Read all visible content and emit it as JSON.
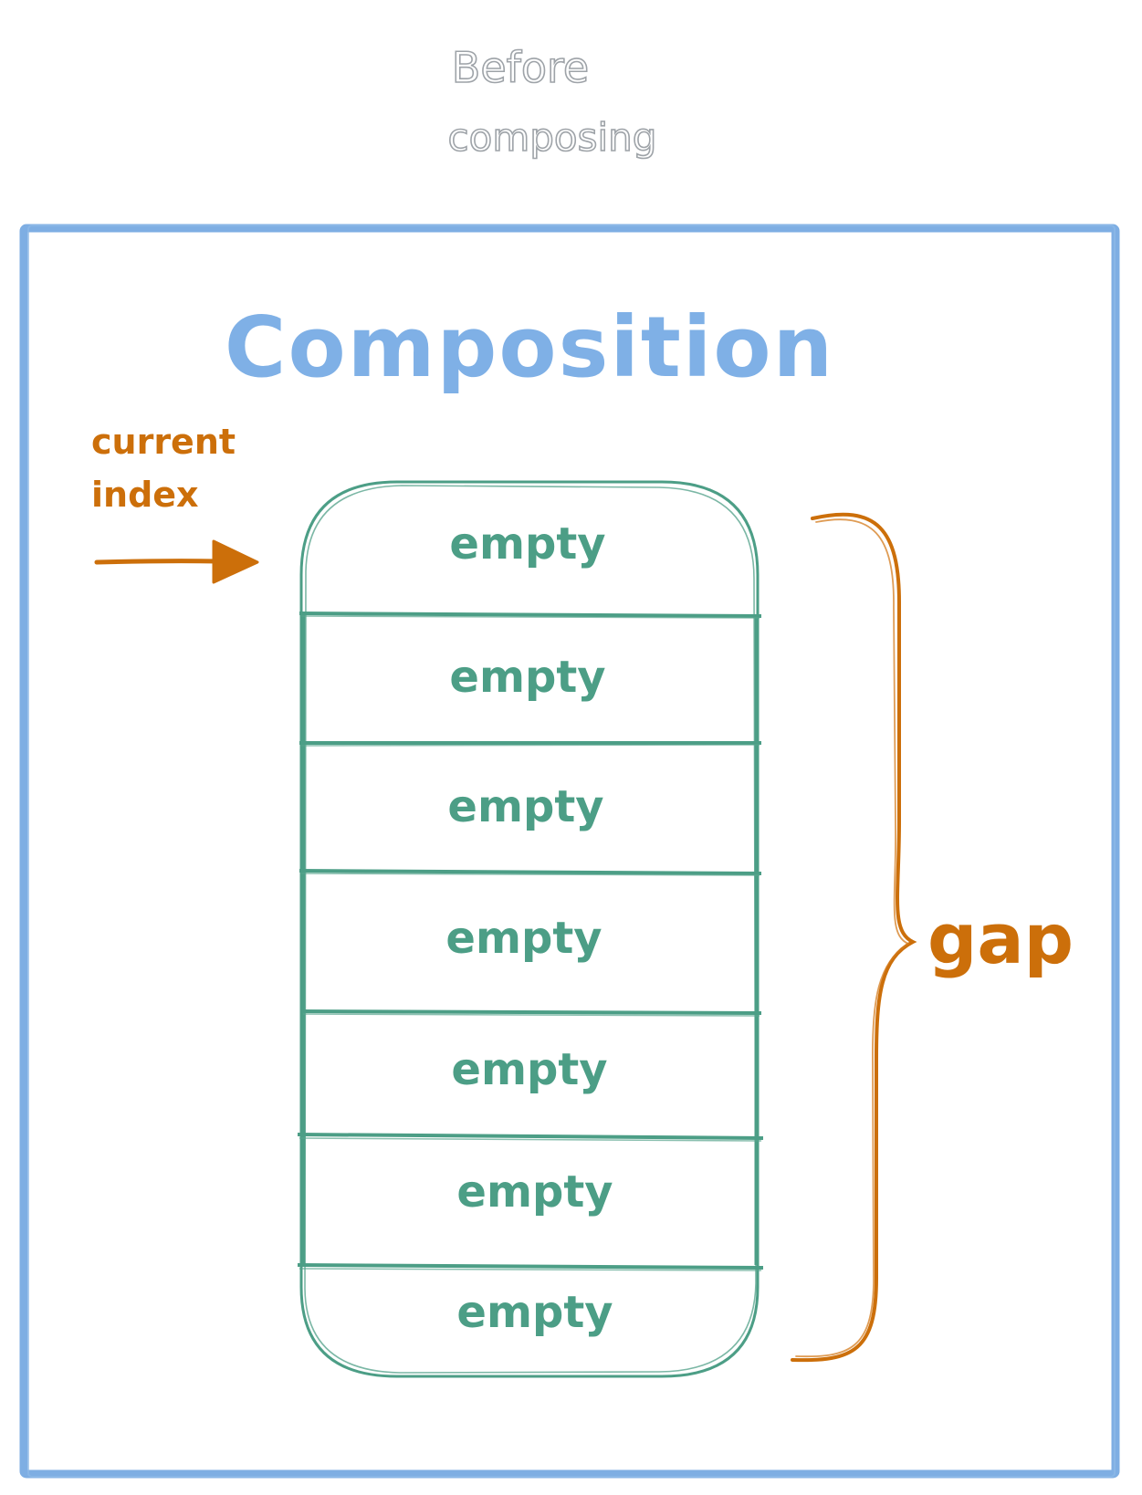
{
  "header": {
    "caption": "Before composing"
  },
  "composition": {
    "title": "Composition"
  },
  "pointer": {
    "label_line1": "current",
    "label_line2": "index"
  },
  "slots": [
    "empty",
    "empty",
    "empty",
    "empty",
    "empty",
    "empty",
    "empty"
  ],
  "brace": {
    "label": "gap"
  },
  "colors": {
    "frame_blue": "#7eaee3",
    "title_blue": "#7fb0e6",
    "slot_green": "#4c9e86",
    "accent_orange": "#cc6f0a",
    "caption_gray": "#9ea3a8"
  },
  "icons": {
    "pointer": "right-arrow-icon",
    "brace": "right-curly-brace-icon"
  }
}
